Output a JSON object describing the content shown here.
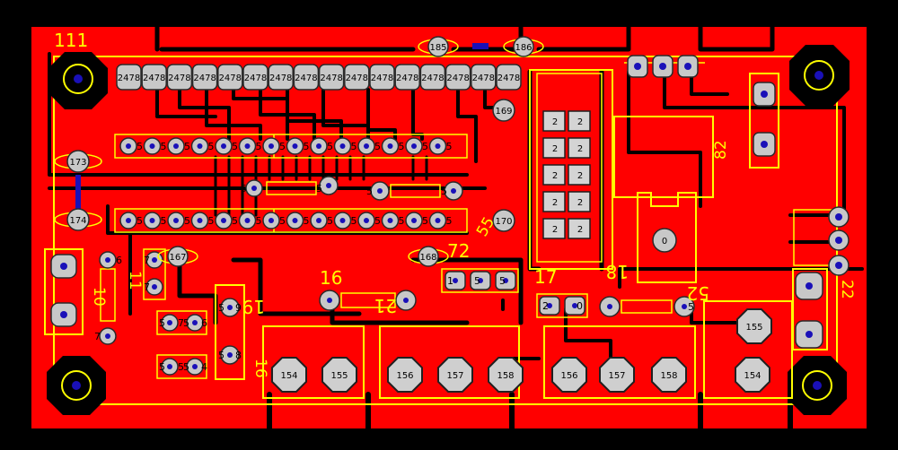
{
  "board": {
    "colors": {
      "background": "#000000",
      "copper": "#ff0000",
      "silkscreen": "#ffff00",
      "pad": "#c8c8c8",
      "drill": "#1a10b8"
    },
    "labels": {
      "corner": "111",
      "l16": "16",
      "l17": "17",
      "l18": "18",
      "l19": "19",
      "l21": "21",
      "l72": "72",
      "l82": "82",
      "l22": "22",
      "l52": "52",
      "l55": "55",
      "l16v": "16",
      "l10": "10",
      "l11": "11"
    },
    "header_pins_top_text": "2478",
    "row_a_text": "5",
    "row_b_text": "5",
    "small_pad_numbers": {
      "p185": "185",
      "p186": "186",
      "p169": "169",
      "p173": "173",
      "p174": "174",
      "p170": "170",
      "p167": "167",
      "p168": "168",
      "p0": "0"
    },
    "big_pads": [
      "154",
      "155",
      "156",
      "157",
      "158",
      "156",
      "157",
      "158",
      "154",
      "155"
    ],
    "chip_pad_text": "2",
    "misc_pins": {
      "r1a": "5",
      "r1b": "5",
      "r2a": "5",
      "r2b": "5",
      "t1": "6",
      "t2": "7",
      "t3": "7",
      "t4": "7",
      "m1": "5",
      "m2": "5",
      "m3": "5",
      "s1": "5",
      "s2": "7",
      "s3": "5",
      "s4": "6",
      "s5": "5",
      "s6": "5",
      "s7": "5",
      "s8": "4",
      "v1": "5",
      "v2": "9",
      "v3": "5",
      "v4": "8",
      "h1": "1",
      "h2": "5",
      "h3": "5",
      "j1": "2",
      "j2": "0",
      "k1": "5",
      "k2": "1"
    }
  }
}
